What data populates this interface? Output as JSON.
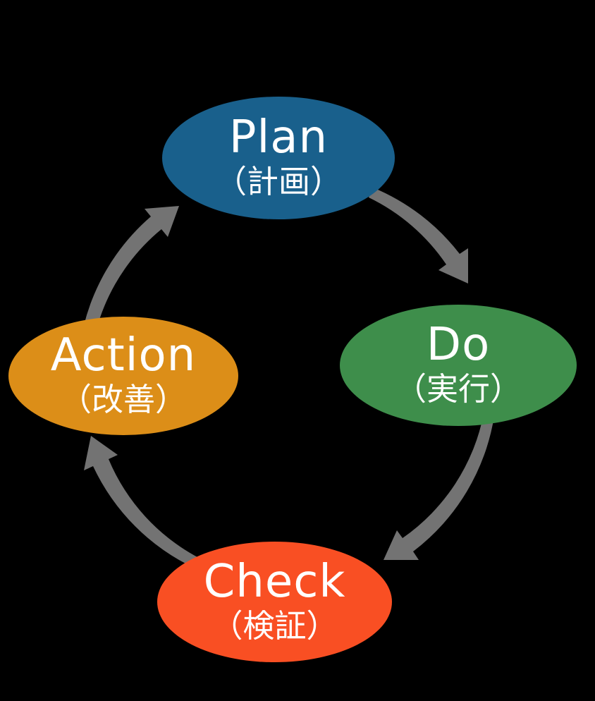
{
  "colors": {
    "background": "#000000",
    "text": "#FFFFFF",
    "arrow": "#737373",
    "plan": "#19608C",
    "do": "#3E8E4B",
    "check": "#F94F23",
    "action": "#DC8E18"
  },
  "nodes": [
    {
      "id": "plan",
      "label": "Plan",
      "sublabel": "（計画）",
      "color": "#19608C"
    },
    {
      "id": "do",
      "label": "Do",
      "sublabel": "（実行）",
      "color": "#3E8E4B"
    },
    {
      "id": "check",
      "label": "Check",
      "sublabel": "（検証）",
      "color": "#F94F23"
    },
    {
      "id": "action",
      "label": "Action",
      "sublabel": "（改善）",
      "color": "#DC8E18"
    }
  ],
  "arrows": [
    {
      "id": "plan-to-do",
      "from": "plan",
      "to": "do"
    },
    {
      "id": "do-to-check",
      "from": "do",
      "to": "check"
    },
    {
      "id": "check-to-action",
      "from": "check",
      "to": "action"
    },
    {
      "id": "action-to-plan",
      "from": "action",
      "to": "plan"
    }
  ]
}
